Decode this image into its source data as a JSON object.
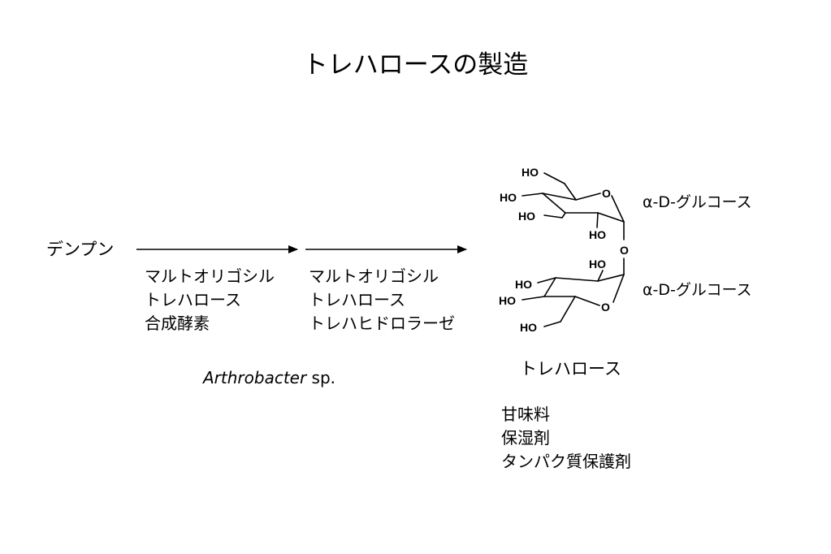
{
  "title": "トレハロースの製造",
  "substrate": "デンプン",
  "enzyme1": [
    "マルトオリゴシル",
    "トレハロース",
    "合成酵素"
  ],
  "enzyme2": [
    "マルトオリゴシル",
    "トレハロース",
    "トレハヒドロラーゼ"
  ],
  "organism": {
    "genus": "Arthrobacter",
    "suffix": " sp."
  },
  "product": {
    "name": "トレハロース",
    "unit_label_top": "α-D-グルコース",
    "unit_label_bottom": "α-D-グルコース",
    "atoms": {
      "ho": "HO",
      "o": "O"
    }
  },
  "uses": [
    "甘味料",
    "保湿剤",
    "タンパク質保護剤"
  ]
}
